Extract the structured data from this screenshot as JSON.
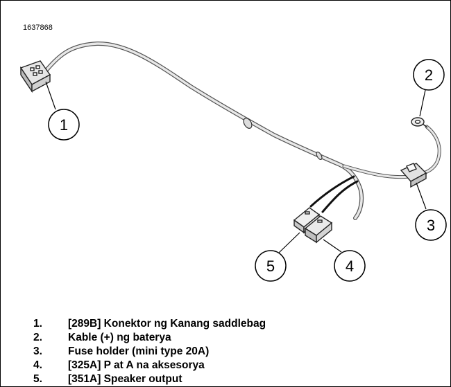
{
  "figure_id": "1637868",
  "callouts": [
    "1",
    "2",
    "3",
    "4",
    "5"
  ],
  "legend": [
    {
      "number": "1.",
      "text": "[289B] Konektor ng Kanang saddlebag"
    },
    {
      "number": "2.",
      "text": "Kable (+) ng baterya"
    },
    {
      "number": "3.",
      "text": "Fuse holder (mini type 20A)"
    },
    {
      "number": "4.",
      "text": "[325A] P at A na aksesorya"
    },
    {
      "number": "5.",
      "text": "[351A] Speaker output"
    }
  ]
}
